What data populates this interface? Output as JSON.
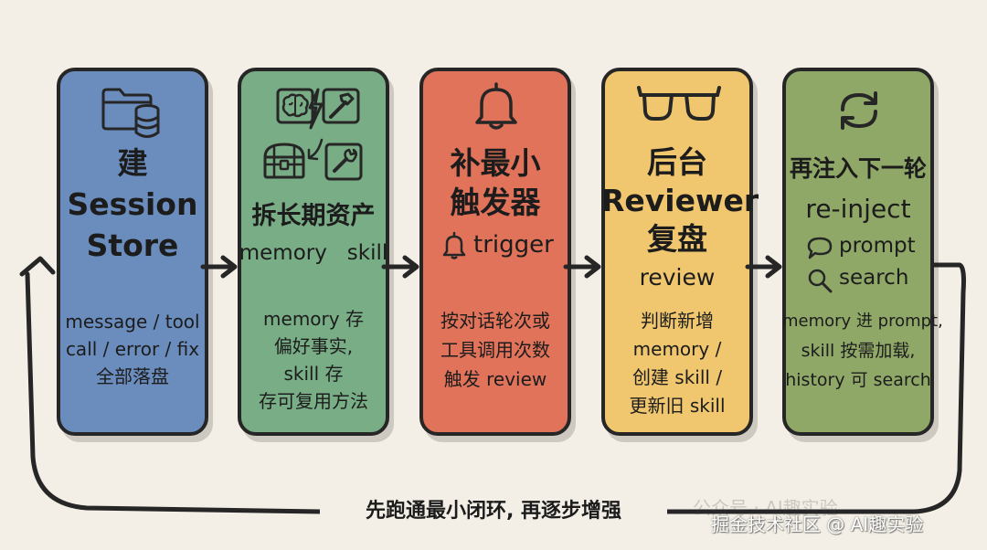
{
  "colors": {
    "store": "#6b8dbd",
    "assets": "#79ad86",
    "trigger": "#e0735a",
    "review": "#f0c76e",
    "reinject": "#8fa868",
    "ink": "#262626",
    "background": "#f3efe6"
  },
  "cards": [
    {
      "id": "store",
      "icons": [
        "folder-icon",
        "database-icon"
      ],
      "title": "建",
      "title2": "Session",
      "title3": "Store",
      "desc": [
        "message / tool",
        "call / error / fix",
        "全部落盘"
      ]
    },
    {
      "id": "assets",
      "icons": [
        "brain-icon",
        "lightning-icon",
        "hammer-icon",
        "treasure-chest-icon",
        "wrench-icon"
      ],
      "title": "拆长期资产",
      "sub": "memory   skill",
      "desc": [
        "memory 存",
        "偏好事实,",
        "skill 存",
        "存可复用方法"
      ]
    },
    {
      "id": "trigger",
      "icons": [
        "bell-icon"
      ],
      "title": "补最小",
      "title2": "触发器",
      "sub": "trigger",
      "desc": [
        "按对话轮次或",
        "工具调用次数",
        "触发 review"
      ]
    },
    {
      "id": "review",
      "icons": [
        "glasses-icon"
      ],
      "title": "后台",
      "title2": "Reviewer",
      "title3": "复盘",
      "sub": "review",
      "desc": [
        "判断新增",
        "memory /",
        "创建 skill /",
        "更新旧 skill"
      ]
    },
    {
      "id": "reinject",
      "icons": [
        "refresh-icon",
        "speech-bubble-icon",
        "magnifier-icon"
      ],
      "title": "再注入下一轮",
      "title2": "re-inject",
      "sub1": "prompt",
      "sub2": "search",
      "desc": [
        "memory 进 prompt,",
        "skill 按需加载,",
        "history 可 search"
      ]
    }
  ],
  "loop_caption": "先跑通最小闭环, 再逐步增强",
  "watermark": {
    "faint": "公众号 · AI趣实验",
    "main": "掘金技术社区 @ AI趣实验"
  }
}
